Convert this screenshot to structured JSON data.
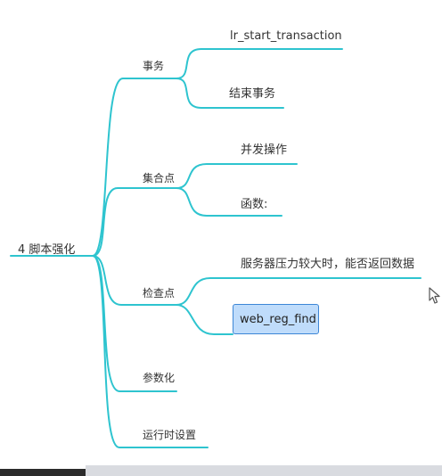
{
  "mindmap": {
    "root": "4  脚本强化",
    "branches": [
      {
        "label": "事务",
        "children": [
          "lr_start_transaction",
          "结束事务"
        ]
      },
      {
        "label": "集合点",
        "children": [
          "并发操作",
          "函数:"
        ]
      },
      {
        "label": "检查点",
        "children": [
          "服务器压力较大时，能否返回数据",
          "web_reg_find"
        ]
      },
      {
        "label": "参数化",
        "children": []
      },
      {
        "label": "运行时设置",
        "children": []
      }
    ],
    "selected_node": "web_reg_find"
  },
  "colors": {
    "connector": "#2ec4cf",
    "selected_fill": "#bfdcfb",
    "selected_border": "#3d86d6"
  }
}
